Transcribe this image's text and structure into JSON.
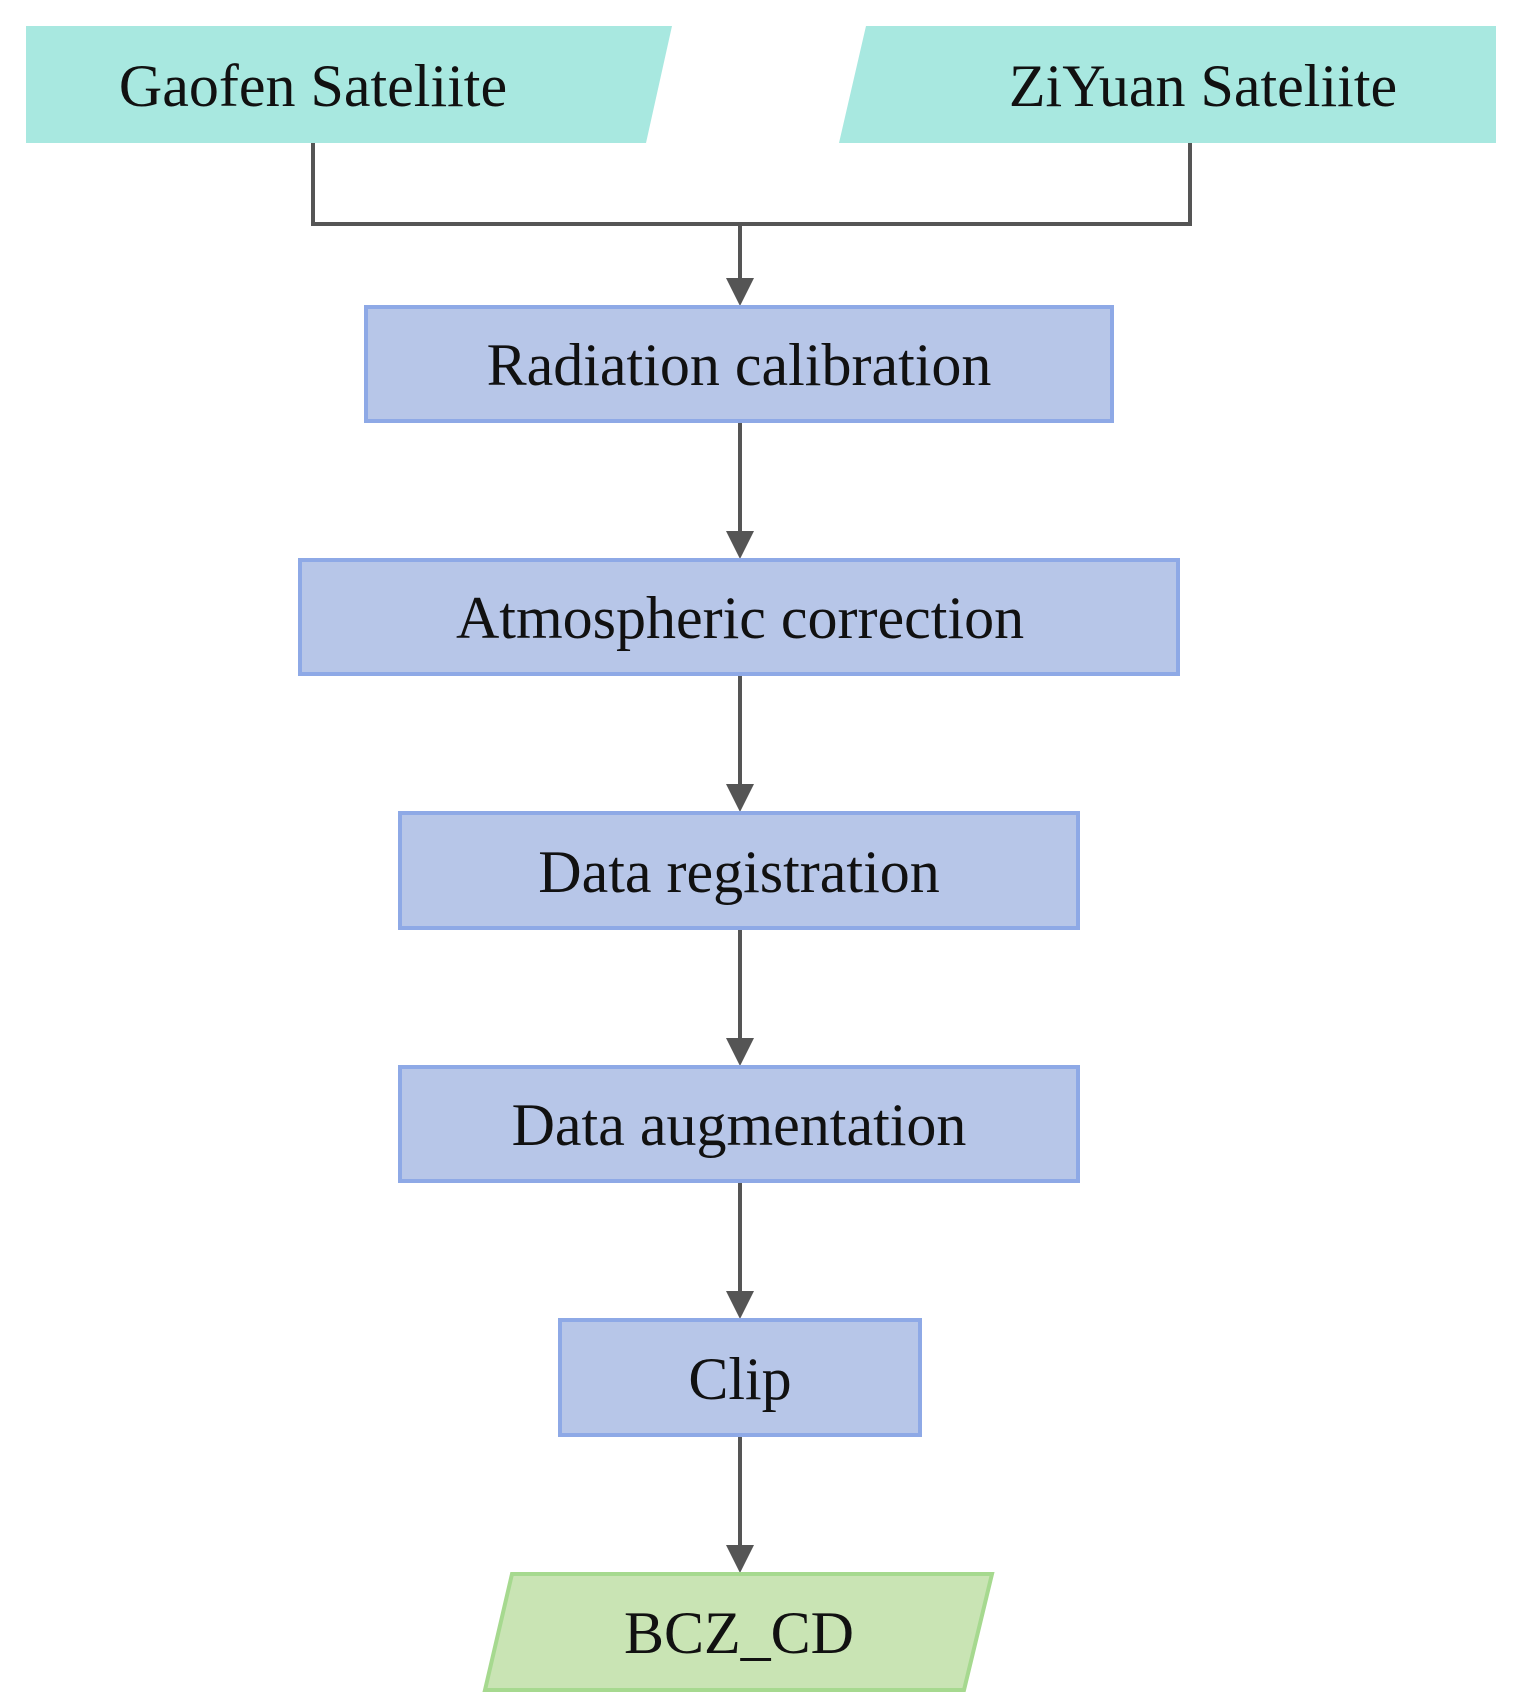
{
  "inputs": {
    "left_label": "Gaofen Sateliite",
    "right_label": "ZiYuan Sateliite"
  },
  "steps": {
    "radiation": "Radiation calibration",
    "atmospheric": "Atmospheric correction",
    "registration": "Data registration",
    "augmentation": "Data augmentation",
    "clip": "Clip"
  },
  "output": {
    "label": "BCZ_CD"
  },
  "colors": {
    "input_fill": "#a8e8e0",
    "process_fill": "#b7c6e8",
    "process_border": "#8ea9e6",
    "output_fill": "#c9e4b4",
    "output_border": "#a6d98f",
    "connector": "#555555"
  }
}
